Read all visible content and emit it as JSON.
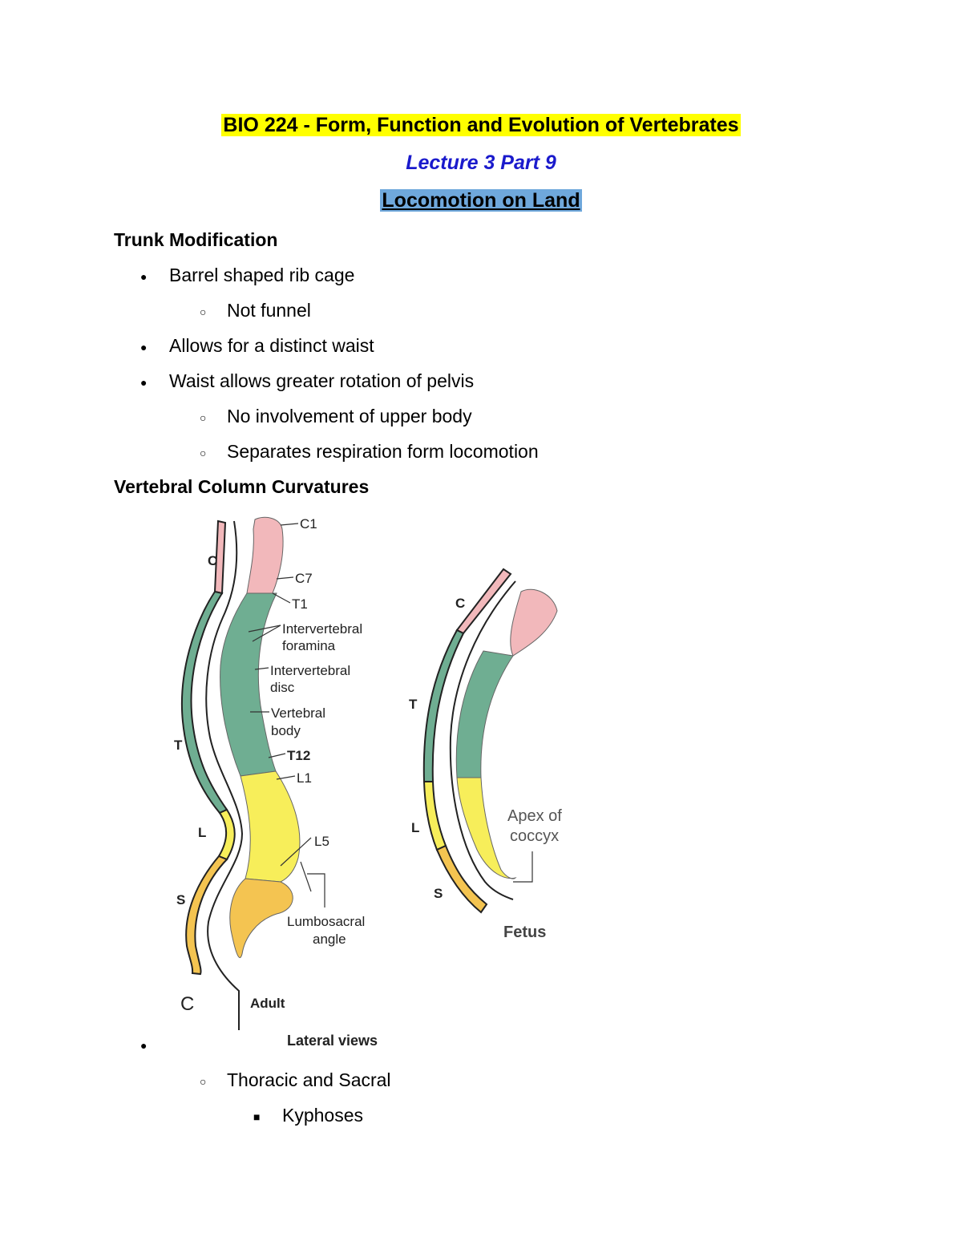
{
  "header": {
    "course_title": "BIO 224 - Form, Function and Evolution of Vertebrates",
    "lecture": "Lecture 3 Part 9",
    "topic": "Locomotion on Land"
  },
  "section1": {
    "heading": "Trunk Modification",
    "items": [
      {
        "level": 1,
        "text": "Barrel shaped rib cage"
      },
      {
        "level": 2,
        "text": "Not funnel"
      },
      {
        "level": 1,
        "text": "Allows for a distinct waist"
      },
      {
        "level": 1,
        "text": "Waist allows greater rotation of pelvis"
      },
      {
        "level": 2,
        "text": "No involvement of upper body"
      },
      {
        "level": 2,
        "text": "Separates respiration form locomotion"
      }
    ]
  },
  "section2": {
    "heading": "Vertebral Column Curvatures",
    "figure": {
      "adult_labels": {
        "c1": "C1",
        "c7": "C7",
        "t1": "T1",
        "foramina_1": "Intervertebral",
        "foramina_2": "foramina",
        "disc_1": "Intervertebral",
        "disc_2": "disc",
        "body_1": "Vertebral",
        "body_2": "body",
        "t12": "T12",
        "l1": "L1",
        "l5": "L5",
        "lumbo_1": "Lumbosacral",
        "lumbo_2": "angle",
        "region_c": "C",
        "region_t": "T",
        "region_l": "L",
        "region_s": "S",
        "panel_letter": "C",
        "adult": "Adult"
      },
      "fetus_labels": {
        "region_c": "C",
        "region_t": "T",
        "region_l": "L",
        "region_s": "S",
        "apex_1": "Apex of",
        "apex_2": "coccyx",
        "fetus": "Fetus"
      },
      "caption": "Lateral views",
      "region_colors": {
        "cervical": "#f2b8bb",
        "thoracic": "#6fae92",
        "lumbar": "#f7ee5a",
        "sacral": "#f4c451"
      }
    },
    "items": [
      {
        "level": 2,
        "text": "Thoracic and Sacral"
      },
      {
        "level": 3,
        "text": "Kyphoses"
      }
    ]
  },
  "bullets": {
    "level1": "●",
    "level2": "○",
    "level3": "■"
  }
}
